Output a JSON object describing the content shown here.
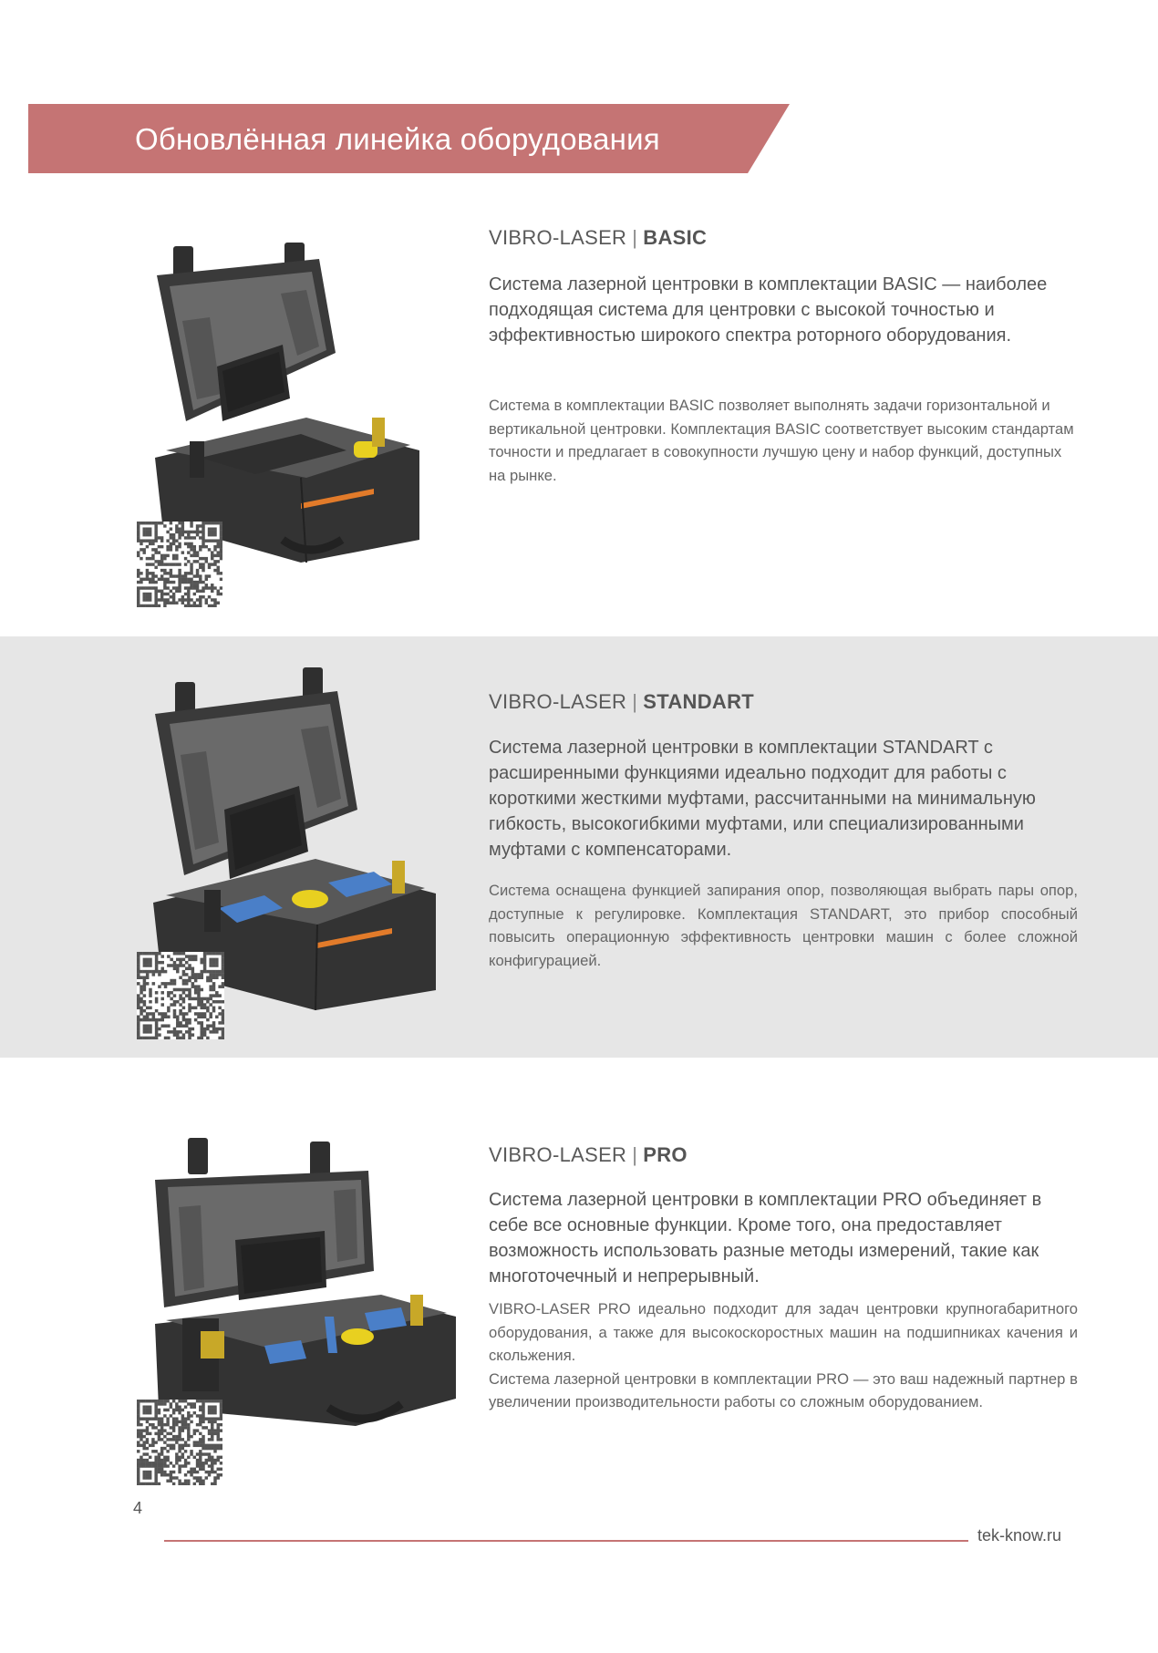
{
  "header": {
    "title": "Обновлённая линейка оборудования"
  },
  "products": [
    {
      "brand": "VIBRO-LASER",
      "separator": "|",
      "model": "BASIC",
      "lead": "Система лазерной центровки в комплектации BASIC — наиболее подходящая система для центровки с высокой точностью и эффективностью широкого спектра роторного оборудования.",
      "paragraphs": [
        "Система в комплектации BASIC позволяет выполнять задачи горизонтальной и вертикальной центровки. Комплектация BASIC соответствует высоким стандартам точности и предлагает в совокупности лучшую цену и набор функций, доступных на рынке."
      ]
    },
    {
      "brand": "VIBRO-LASER",
      "separator": "|",
      "model": "STANDART",
      "lead": "Система лазерной центровки в комплектации STANDART с расширенными функциями идеально подходит для работы с короткими жесткими муфтами, рассчитанными на минимальную гибкость, высокогибкими муфтами, или специализированными муфтами с компенсаторами.",
      "paragraphs": [
        "Система оснащена функцией запирания опор, позволяющая выбрать пары опор, доступные к регулировке. Комплектация STANDART, это прибор способный повысить операционную эффективность центровки машин с более сложной конфигурацией."
      ]
    },
    {
      "brand": "VIBRO-LASER",
      "separator": "|",
      "model": "PRO",
      "lead": "Система лазерной центровки в комплектации PRO объединяет в себе все основные функции. Кроме того, она предоставляет возможность использовать разные методы измерений, такие как многоточечный и непрерывный.",
      "paragraphs": [
        "VIBRO-LASER PRO идеально подходит для задач центровки крупногабаритного оборудования, а также для высокоскоростных машин на подшипниках качения и скольжения.",
        "Система лазерной центровки в комплектации PRO — это ваш надежный партнер в увеличении производительности работы со сложным оборудованием."
      ]
    }
  ],
  "footer": {
    "page_number": "4",
    "site": "tek-know.ru"
  },
  "colors": {
    "accent": "#c57474",
    "band": "#e6e6e6",
    "case": "#3a3a3a",
    "foam": "#6a6a6a",
    "yellow": "#e8d020",
    "blue": "#4a7fc8",
    "orange": "#e27b2a"
  }
}
